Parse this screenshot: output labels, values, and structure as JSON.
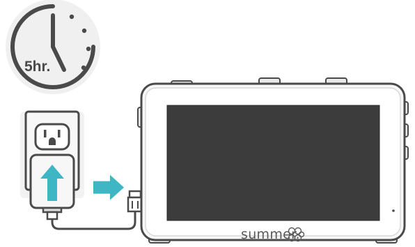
{
  "clock": {
    "duration_label": "5hr."
  },
  "monitor": {
    "brand": "summer."
  },
  "icons": {
    "clock": "clock-icon",
    "outlet": "wall-outlet-icon",
    "plug_arrow": "up-arrow-icon",
    "connect_arrow": "right-arrow-icon",
    "logo": "summer-butterfly-logo"
  },
  "colors": {
    "accent_arrow": "#3fb6c4",
    "outline": "#4a4a4a",
    "screen": "#3c3c3c",
    "device_body": "#f7f7f7"
  }
}
